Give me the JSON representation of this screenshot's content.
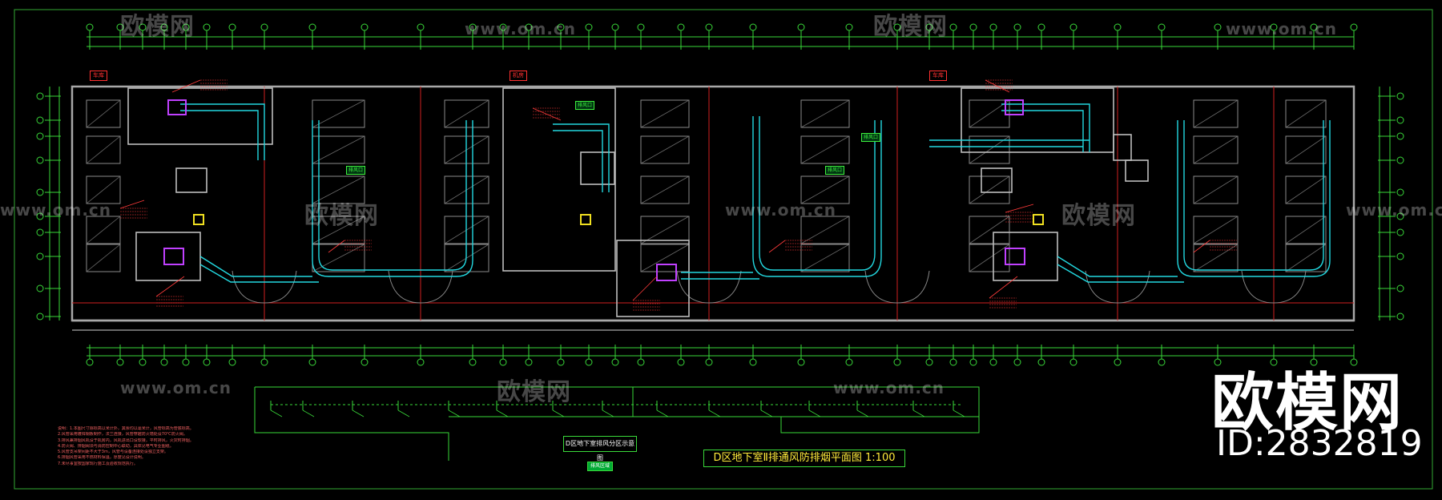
{
  "drawing": {
    "title": "D区地下室Ⅱ排通风防排烟平面图 1:100",
    "legend_title": "D区地下室排风分区示意图",
    "legend_tag": "排风区域",
    "room_tags": [
      "车库",
      "机房",
      "车库"
    ],
    "green_tags": [
      "排风口",
      "排风口",
      "排风口",
      "排风口"
    ],
    "notes": [
      "说明：1.本图尺寸除标高以米计外，其余均以毫米计，风管标高为管底标高。",
      "2.风管采用镀锌钢板制作，法兰连接，风管穿越防火墙处设70℃防火阀。",
      "3.排风兼排烟风机设于机房内，风机进出口设软接，平时排风，火灾时排烟。",
      "4.防火阀、排烟阀须与消防控制中心联动，具体见电气专业图纸。",
      "5.风管支吊架间距不大于3m，风管与设备连接处设独立支架。",
      "6.排烟风管采用不燃材料保温，厚度见设计说明。",
      "7.未尽事宜按国家现行施工及验收规范执行。"
    ]
  },
  "watermark": {
    "site": "www.om.cn",
    "brand": "欧模网"
  },
  "logo": {
    "brand": "欧模网",
    "id": "ID:2832819"
  },
  "colors": {
    "background": "#000000",
    "walls": "#9a9a9a",
    "duct": "#22d8e0",
    "dims": "#39d839",
    "annotation": "#ff3b3b",
    "text_yellow": "#ffeb3b",
    "equipment": "#c040ff"
  }
}
